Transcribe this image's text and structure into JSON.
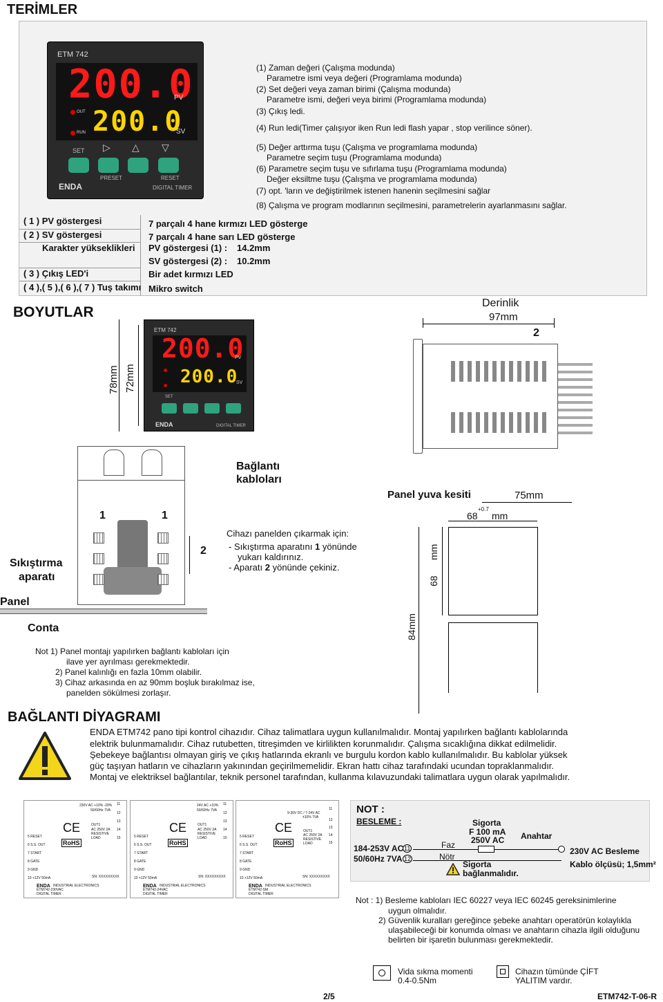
{
  "header_title": "TERİMLER",
  "device": {
    "model": "ETM 742",
    "pv_value": "200.0",
    "sv_value": "200.0",
    "pv_tag": "PV",
    "sv_tag": "SV",
    "out_tag": "OUT",
    "run_tag": "RUN",
    "set_tag": "SET",
    "preset_tag": "PRESET",
    "reset_tag": "RESET",
    "brand": "ENDA",
    "type_tag": "DIGITAL TIMER"
  },
  "terms": [
    "(1) Zaman değeri (Çalışma modunda)",
    "Parametre ismi veya değeri (Programlama modunda)",
    "(2) Set değeri veya zaman birimi (Çalışma modunda)",
    "Parametre ismi, değeri veya birimi (Programlama modunda)",
    "(3) Çıkış ledi.",
    "(4) Run ledi(Timer çalışıyor iken Run ledi flash yapar , stop verilince söner).",
    "(5) Değer arttırma tuşu (Çalışma ve programlama modunda)",
    "Parametre seçim tuşu (Programlama modunda)",
    "(6) Parametre seçim tuşu ve sıfırlama tuşu (Programlama  modunda)",
    "Değer eksiltme tuşu (Çalışma ve programlama modunda)",
    "(7) opt. 'ların ve değiştirilmek istenen hanenin seçilmesini sağlar",
    "(8) Çalışma ve program modlarının seçilmesini, parametrelerin ayarlanmasını sağlar."
  ],
  "specs": {
    "pv_label": "( 1 ) PV  göstergesi",
    "pv_value": "7 parçalı  4 hane kırmızı LED gösterge",
    "sv_label": "( 2 ) SV  göstergesi",
    "sv_value": "7 parçalı  4 hane sarı LED gösterge",
    "char_label": "Karakter yükseklikleri",
    "char_pv": "PV göstergesi (1) :",
    "char_pv_val": "14.2mm",
    "char_sv": "SV göstergesi (2) :",
    "char_sv_val": "10.2mm",
    "out_label": "( 3 ) Çıkış LED'i",
    "out_value": "Bir adet kırmızı LED",
    "key_label": "( 4 ),( 5 ),( 6 ),( 7 ) Tuş takımı",
    "key_value": "Mikro switch"
  },
  "dims": {
    "title": "BOYUTLAR",
    "h78": "78mm",
    "h72": "72mm",
    "depth_title": "Derinlik",
    "depth_val": "97mm",
    "two": "2",
    "cable_line1": "Bağlantı",
    "cable_line2": "kabloları",
    "one": "1",
    "clamp_line1": "Sıkıştırma",
    "clamp_line2": "aparatı",
    "panel": "Panel",
    "gasket": "Conta",
    "removal_title": "Cihazı panelden çıkarmak için:",
    "removal_1a": "-  Sıkıştırma aparatını ",
    "removal_1b": "1",
    "removal_1c": " yönünde",
    "removal_1d": "yukarı kaldırınız.",
    "removal_2a": "-  Aparatı ",
    "removal_2b": "2",
    "removal_2c": " yönünde çekiniz.",
    "cutout_title": "Panel yuva kesiti",
    "cut75": "75mm",
    "cut68": "68",
    "cut_tol": "+0.7",
    "cut_mm": "mm",
    "cut84": "84mm"
  },
  "mount_notes": [
    "Not  1) Panel montajı yapılırken bağlantı kabloları için",
    "ilave yer ayrılması gerekmektedir.",
    "2) Panel kalınlığı en fazla 10mm olabilir.",
    "3) Cihaz arkasında en az 90mm boşluk bırakılmaz ise,",
    "panelden sökülmesi zorlaşır."
  ],
  "conn_title": "BAĞLANTI DİYAGRAMI",
  "warning": [
    "ENDA ETM742 pano tipi kontrol cihazıdır. Cihaz  talimatlara uygun kullanılmalıdır. Montaj yapılırken bağlantı kablolarında",
    "elektrik bulunmamalıdır. Cihaz rutubetten, titreşimden ve  kirlilikten korunmalıdır. Çalışma sıcaklığına dikkat edilmelidir.",
    "Şebekeye bağlantısı olmayan giriş ve çıkış hatlarında ekranlı ve burgulu kordon kablo kullanılmalıdır. Bu kablolar yüksek",
    "güç taşıyan hatların  ve cihazların yakınından geçirilmemelidir. Ekran hattı cihaz tarafındaki ucundan topraklanmalıdır.",
    "Montaj ve elektriksel bağlantılar, teknik personel tarafından, kullanma kılavuzundaki talimatlara uygun olarak yapılmalıdır."
  ],
  "labels": [
    {
      "supply": "230V AC +10% -20%",
      "supply2": "50/60Hz 7VA",
      "model": "ETM742-230VAC",
      "type": "DIGITAL TIMER"
    },
    {
      "supply": "24V AC +10%",
      "supply2": "50/60Hz 7VA",
      "model": "ETM742-24VAC",
      "type": "DIGITAL TIMER"
    },
    {
      "supply": "9-30V DC / 7-24V AC",
      "supply2": "±10%  7VA",
      "model": "ETM742-SM",
      "type": "DIGITAL TIMER"
    }
  ],
  "label_common": {
    "pins_left": [
      "5  RESET",
      "6  S.S. OUT",
      "7  START",
      "8  GATE",
      "9  GND",
      "10 +12V 50mA"
    ],
    "pins_right": [
      "11",
      "12",
      "13",
      "14",
      "15"
    ],
    "out1": "OUT1",
    "out_rating": "AC 250V 2A",
    "out_rating2": "RESISTIVE",
    "out_rating3": "LOAD",
    "ce": "CE",
    "rohs": "RoHS",
    "sn": "SN: XXXXXXXXX",
    "brand": "ENDA",
    "company": "INDUSTRIAL ELECTRONICS"
  },
  "supply_box": {
    "note_title": "NOT :",
    "supply_title": "BESLEME :",
    "range": "184-253V AC",
    "freq": "50/60Hz 7VA",
    "t11": "11",
    "t12": "12",
    "phase": "Faz",
    "neutral": "Nötr",
    "fuse": "Sigorta",
    "fuse_rating": "F 100 mA",
    "fuse_volt": "250V AC",
    "switch": "Anahtar",
    "supply_label": "230V AC Besleme",
    "cable": "Kablo ölçüsü; 1,5mm²",
    "fuse_note1": "Sigorta",
    "fuse_note2": "bağlanmalıdır."
  },
  "supply_notes": [
    "Not :  1) Besleme kabloları IEC 60227 veya IEC 60245 gereksinimlerine",
    "uygun olmalıdır.",
    "2) Güvenlik kuralları gereğince şebeke anahtarı operatörün kolaylıkla",
    "ulaşabileceği bir konumda olması ve anahtarın cihazla ilgili olduğunu",
    "belirten bir işaretin bulunması gerekmektedir."
  ],
  "legend": {
    "torque1": "Vida sıkma momenti",
    "torque2": "0.4-0.5Nm",
    "insul1": "Cihazın tümünde ÇİFT",
    "insul2": "YALITIM vardır."
  },
  "footer": {
    "page": "2/5",
    "doc": "ETM742-T-06-R"
  },
  "colors": {
    "pv_red": "#ff1a1a",
    "sv_yellow": "#ffd400",
    "key_green": "#2fa37e",
    "panel_grey": "#f2f2f2"
  }
}
